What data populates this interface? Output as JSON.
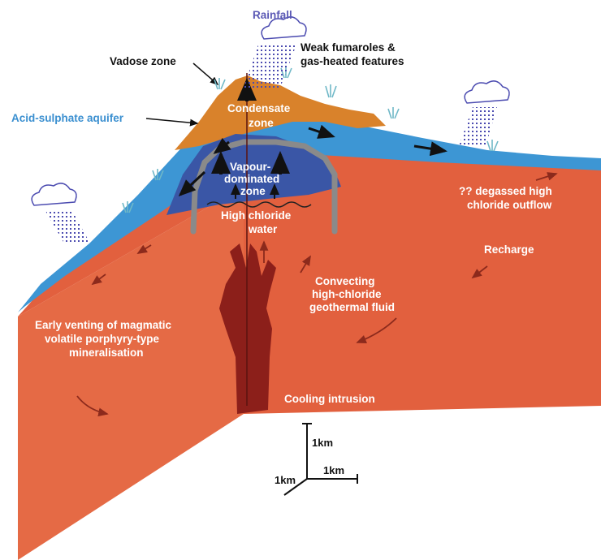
{
  "labels": {
    "rainfall": "Rainfall",
    "weak_fumaroles_1": "Weak fumaroles &",
    "weak_fumaroles_2": "gas-heated features",
    "vadose_zone": "Vadose zone",
    "acid_sulphate_aquifer": "Acid-sulphate aquifer",
    "condensate_1": "Condensate",
    "condensate_2": "zone",
    "vapour_1": "Vapour-",
    "vapour_2": "dominated",
    "vapour_3": "zone",
    "high_chloride_1": "High chloride",
    "high_chloride_2": "water",
    "degassed_1": "?? degassed high",
    "degassed_2": "chloride outflow",
    "recharge": "Recharge",
    "convecting_1": "Convecting",
    "convecting_2": "high-chloride",
    "convecting_3": "geothermal fluid",
    "early_venting_1": "Early venting of magmatic",
    "early_venting_2": "volatile porphyry-type",
    "early_venting_3": "mineralisation",
    "cooling_intrusion": "Cooling intrusion"
  },
  "scale_bar": {
    "vertical": "1km",
    "horizontal": "1km",
    "depth": "1km"
  },
  "colors": {
    "crust": "#e2603e",
    "crust_side": "#e56a45",
    "aquifer": "#3d96d4",
    "vadose": "#d9822b",
    "vapour": "#3a56a6",
    "intrusion": "#8c1f1a",
    "clay_cap": "#8a8a8a",
    "arrow": "#8c2a1c",
    "cloud_fill": "#ffffff",
    "rain": "#4b4bb0"
  },
  "icons": [
    "cloud-rain-icon",
    "grass-tuft-icon",
    "flow-arrow-icon",
    "steam-arrow-icon"
  ]
}
